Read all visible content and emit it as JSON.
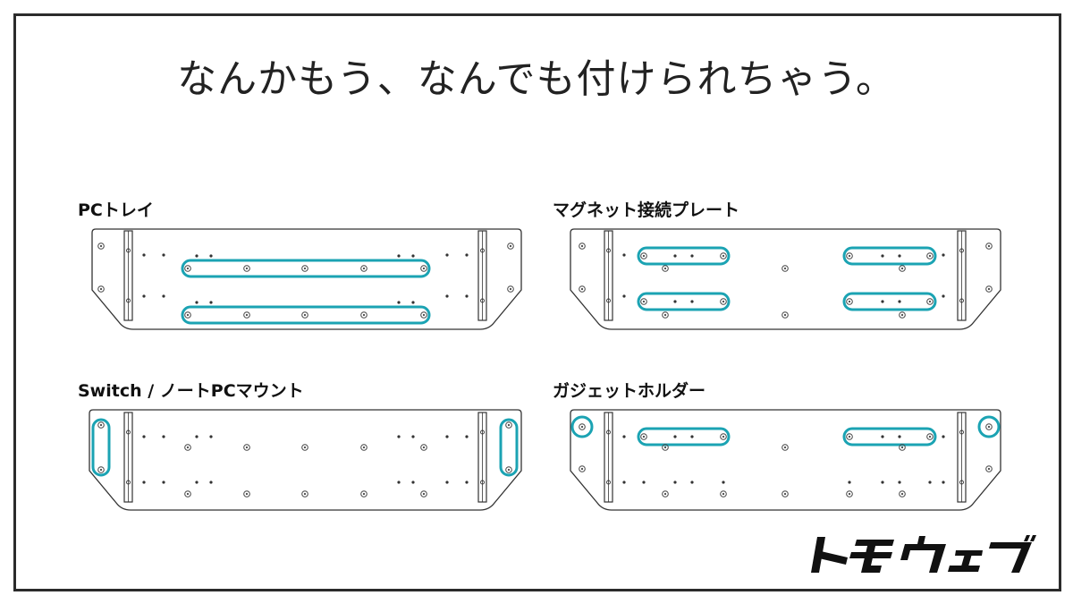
{
  "headline": "なんかもう、なんでも付けられちゃう。",
  "panels": {
    "pc_tray": {
      "label": "PCトレイ"
    },
    "magnet_plate": {
      "label": "マグネット接続プレート"
    },
    "switch_mount": {
      "label": "Switch / ノートPCマウント"
    },
    "gadget_holder": {
      "label": "ガジェットホルダー"
    }
  },
  "logo": {
    "text": "トモウェブ",
    "icon": "tomoweb-logo"
  },
  "colors": {
    "accent": "#1ba3b3",
    "line": "#333333",
    "frame": "#2b2b2b"
  }
}
